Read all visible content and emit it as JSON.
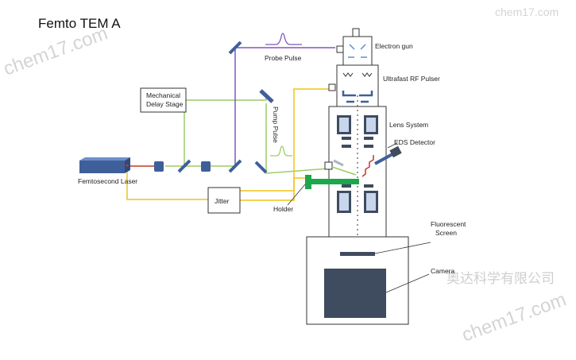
{
  "title": "Femto TEM A",
  "labels": {
    "electron_gun": "Electron gun",
    "probe_pulse": "Probe Pulse",
    "rf_pulser": "Ultrafast RF Pulser",
    "mech_delay": [
      "Mechanical",
      "Delay Stage"
    ],
    "pump_pulse": "Pump Pulse",
    "lens_system": "Lens System",
    "eds_detector": "EDS Detector",
    "femto_laser": "Femtosecond Laser",
    "jitter": "Jitter",
    "holder": "Holder",
    "fluorescent_screen": [
      "Fluorescent",
      "Screen"
    ],
    "camera": "Camera"
  },
  "watermarks": {
    "chem17_top": "chem17.com",
    "chem17_left": "chem17.com",
    "chem17_bottom": "chem17.com",
    "aoda": "奥达科学有限公司"
  },
  "colors": {
    "laser_red": "#c0392b",
    "green_beam": "#9ccc65",
    "purple_beam": "#7e57c2",
    "yellow_line": "#f0c419",
    "component_blue": "#3f5f9a",
    "holder_green": "#1aa84a",
    "column_stroke": "#444444",
    "dark_block": "#3f4b5e"
  }
}
